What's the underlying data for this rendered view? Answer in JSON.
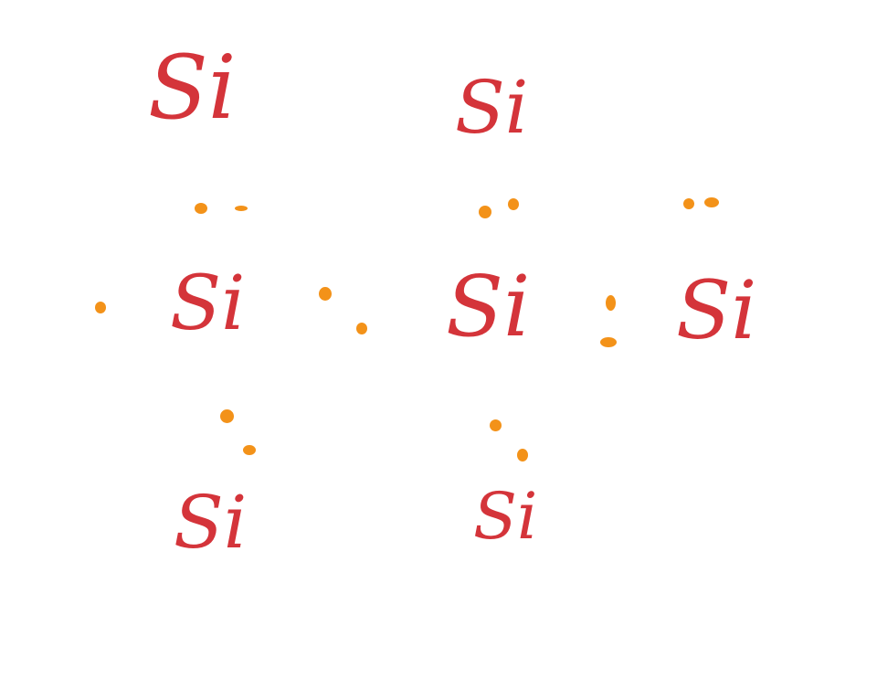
{
  "colors": {
    "background": "#ffffff",
    "atom_ink": "#d4343a",
    "electron_ink": "#f39219"
  },
  "atoms": [
    {
      "id": "top-left",
      "label": "Si"
    },
    {
      "id": "top-center",
      "label": "Si"
    },
    {
      "id": "middle-left",
      "label": "Si"
    },
    {
      "id": "middle-center",
      "label": "Si"
    },
    {
      "id": "middle-right",
      "label": "Si"
    },
    {
      "id": "bottom-left",
      "label": "Si"
    },
    {
      "id": "bottom-center",
      "label": "Si"
    }
  ]
}
